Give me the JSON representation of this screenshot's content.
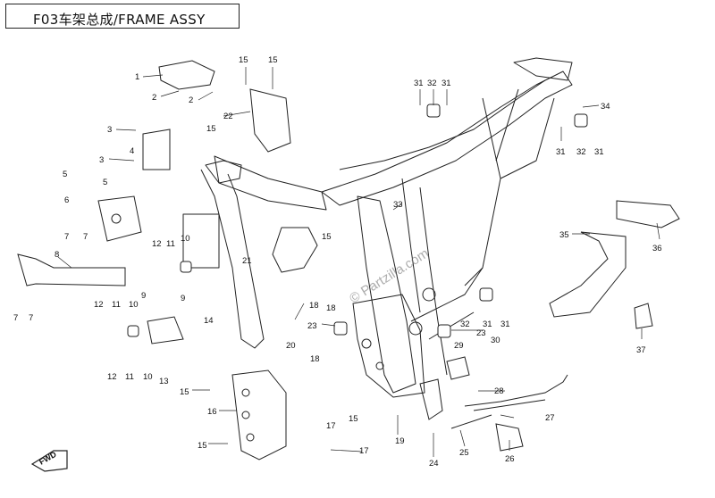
{
  "title": "F03车架总成/FRAME ASSY",
  "watermark": "© Partzilla.com",
  "fwd_label": "FWD",
  "callouts": [
    "1",
    "2",
    "2",
    "3",
    "3",
    "4",
    "5",
    "5",
    "6",
    "7",
    "7",
    "8",
    "7",
    "7",
    "9",
    "9",
    "10",
    "10",
    "11",
    "11",
    "12",
    "12",
    "12",
    "10",
    "11",
    "13",
    "14",
    "15",
    "15",
    "15",
    "15",
    "15",
    "15",
    "15",
    "16",
    "17",
    "17",
    "18",
    "18",
    "18",
    "19",
    "20",
    "21",
    "22",
    "23",
    "23",
    "24",
    "25",
    "26",
    "27",
    "28",
    "29",
    "30",
    "31",
    "32",
    "31",
    "31",
    "32",
    "31",
    "31",
    "32",
    "31",
    "33",
    "34",
    "35",
    "36",
    "37"
  ]
}
